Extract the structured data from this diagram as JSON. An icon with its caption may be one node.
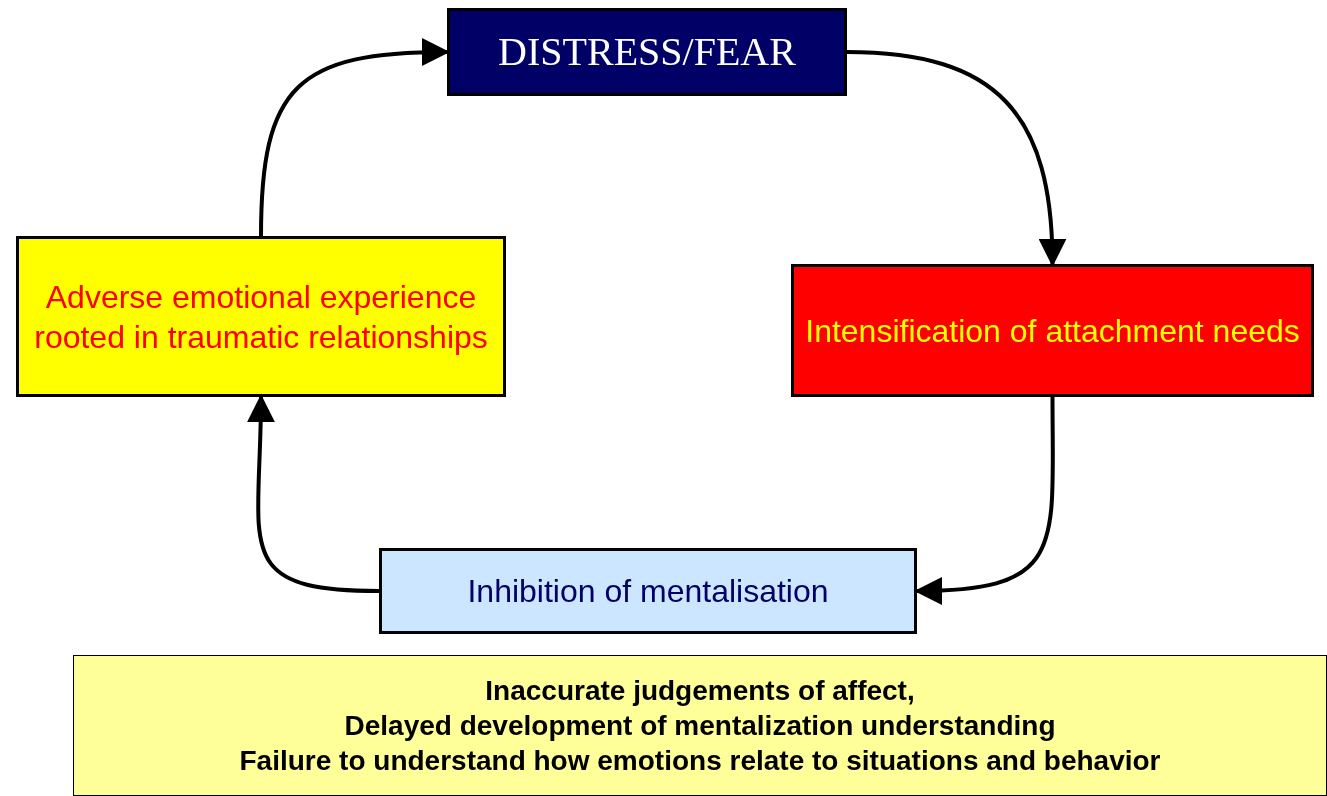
{
  "diagram": {
    "nodes": [
      {
        "text": [
          "DISTRESS/FEAR"
        ]
      },
      {
        "text": [
          "Intensification of attachment needs"
        ]
      },
      {
        "text": [
          "Inhibition of mentalisation"
        ]
      },
      {
        "text": [
          "Adverse emotional experience rooted in traumatic relationships"
        ]
      },
      {
        "text": [
          "Inaccurate judgements of affect,",
          "Delayed development of mentalization understanding",
          "Failure to understand how emotions relate to situations and behavior"
        ]
      }
    ],
    "edges": [
      {
        "from": 0,
        "to": 1,
        "arrow": "to"
      },
      {
        "from": 1,
        "to": 2,
        "arrow": "to"
      },
      {
        "from": 2,
        "to": 3,
        "arrow": "to"
      },
      {
        "from": 3,
        "to": 0,
        "arrow": "to"
      }
    ]
  }
}
